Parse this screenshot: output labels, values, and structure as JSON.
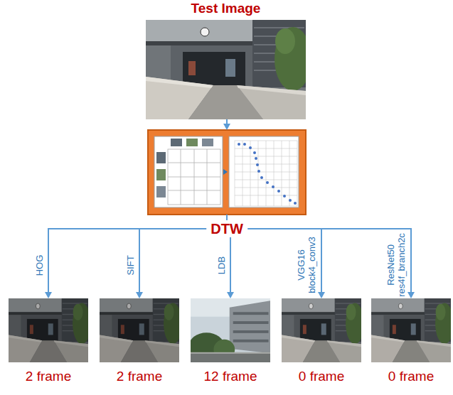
{
  "diagram": {
    "nodes": [
      {
        "text": [
          "Test Image"
        ]
      },
      {
        "text": [
          "DTW"
        ]
      },
      {
        "text": [
          "2 frame"
        ]
      },
      {
        "text": [
          "2 frame"
        ]
      },
      {
        "text": [
          "12 frame"
        ]
      },
      {
        "text": [
          "0 frame"
        ]
      },
      {
        "text": [
          "0 frame"
        ]
      }
    ],
    "edges": [
      {
        "from": 0,
        "to": 1,
        "arrow": "to"
      },
      {
        "from": 1,
        "to": 2,
        "arrow": "to",
        "label": "HOG"
      },
      {
        "from": 1,
        "to": 3,
        "arrow": "to",
        "label": "SIFT"
      },
      {
        "from": 1,
        "to": 4,
        "arrow": "to",
        "label": "LDB"
      },
      {
        "from": 1,
        "to": 5,
        "arrow": "to",
        "label": "VGG16 block4_conv3"
      },
      {
        "from": 1,
        "to": 6,
        "arrow": "to",
        "label": "ResNet50 res4f_branch2c"
      }
    ]
  }
}
